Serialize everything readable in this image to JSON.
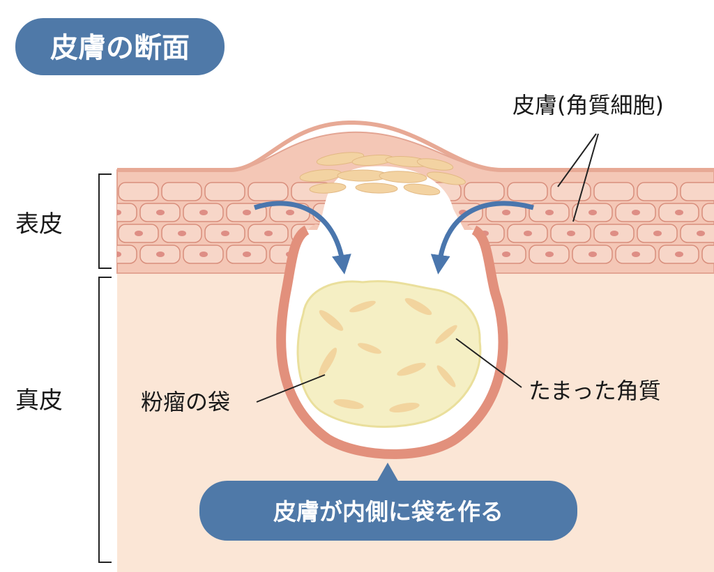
{
  "title": "皮膚の断面",
  "labels": {
    "skin_cells": "皮膚(角質細胞)",
    "epidermis": "表皮",
    "dermis": "真皮",
    "cyst_sac": "粉瘤の袋",
    "keratin": "たまった角質"
  },
  "banner": "皮膚が内側に袋を作る",
  "colors": {
    "title_badge": "#4f79a8",
    "banner": "#4f79a8",
    "arrow": "#4a76ad",
    "dermis": "#fbe6d6",
    "epidermis": "#f4c7b6",
    "cell_fill": "#f7d6c8",
    "cell_border": "#d88e7c",
    "sac_wall": "#e2907c",
    "keratin_fill": "#f5efc4",
    "keratin_flake": "#f2d49e"
  },
  "icons": [
    "arrow-down-curved-icon",
    "bracket-icon",
    "leader-line"
  ]
}
